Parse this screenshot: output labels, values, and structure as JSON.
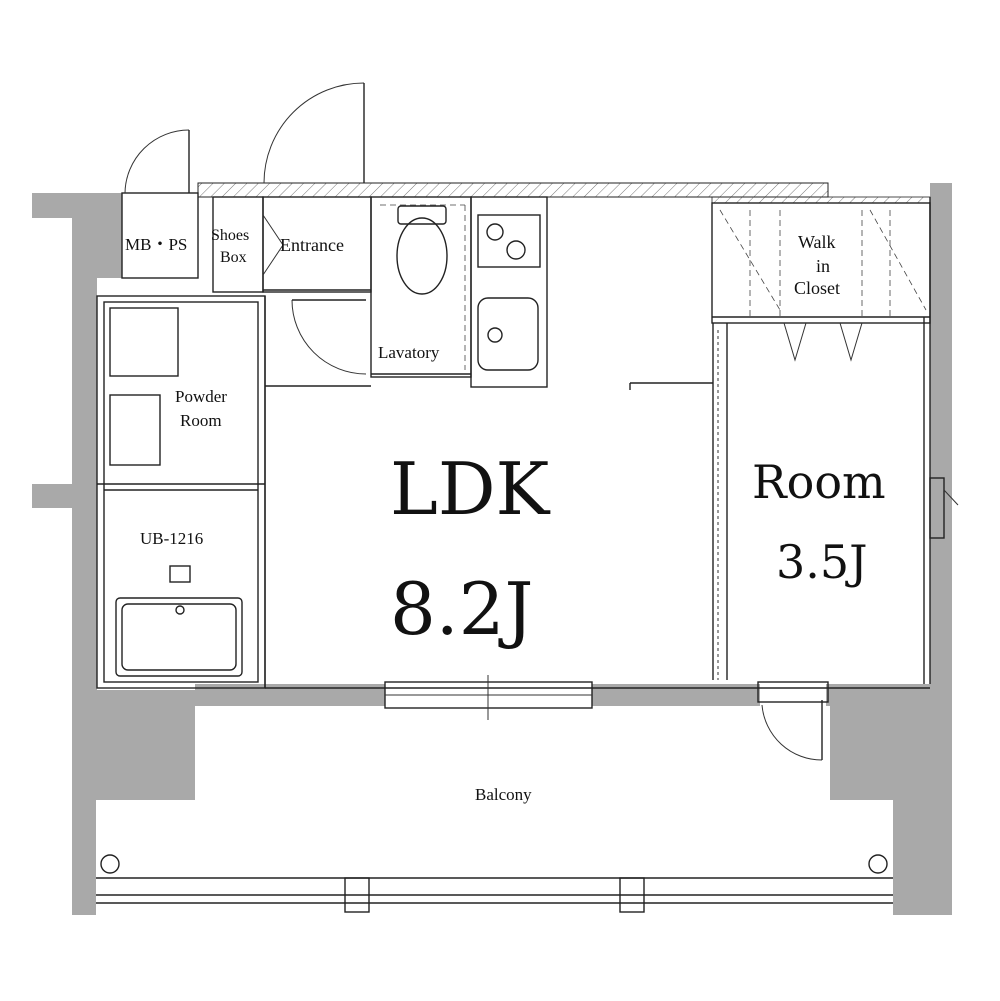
{
  "labels": {
    "mbps": "MB・PS",
    "shoes_line1": "Shoes",
    "shoes_line2": "Box",
    "entrance": "Entrance",
    "lavatory": "Lavatory",
    "walkin_line1": "Walk",
    "walkin_line2": "in",
    "walkin_line3": "Closet",
    "powder_line1": "Powder",
    "powder_line2": "Room",
    "bath": "UB-1216",
    "ldk": "LDK",
    "ldk_size": "8.2J",
    "room": "Room",
    "room_size": "3.5J",
    "balcony": "Balcony"
  }
}
